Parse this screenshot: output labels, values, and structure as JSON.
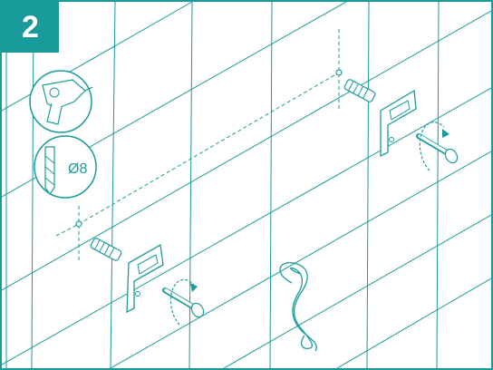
{
  "step": {
    "number": "2"
  },
  "tools": {
    "drill_icon": "power-drill-icon",
    "bit_icon": "drill-bit-icon",
    "bit_size_label": "Ø8"
  },
  "parts": [
    {
      "name": "wall-plug",
      "icon": "wall-plug-icon"
    },
    {
      "name": "wall-bracket",
      "icon": "bracket-icon"
    },
    {
      "name": "screw",
      "icon": "screw-icon"
    },
    {
      "name": "screw-turn-direction",
      "icon": "rotate-arrow-icon"
    }
  ],
  "colors": {
    "accent": "#1a9b9b",
    "background": "#ffffff",
    "part_fill": "#ffffff"
  }
}
